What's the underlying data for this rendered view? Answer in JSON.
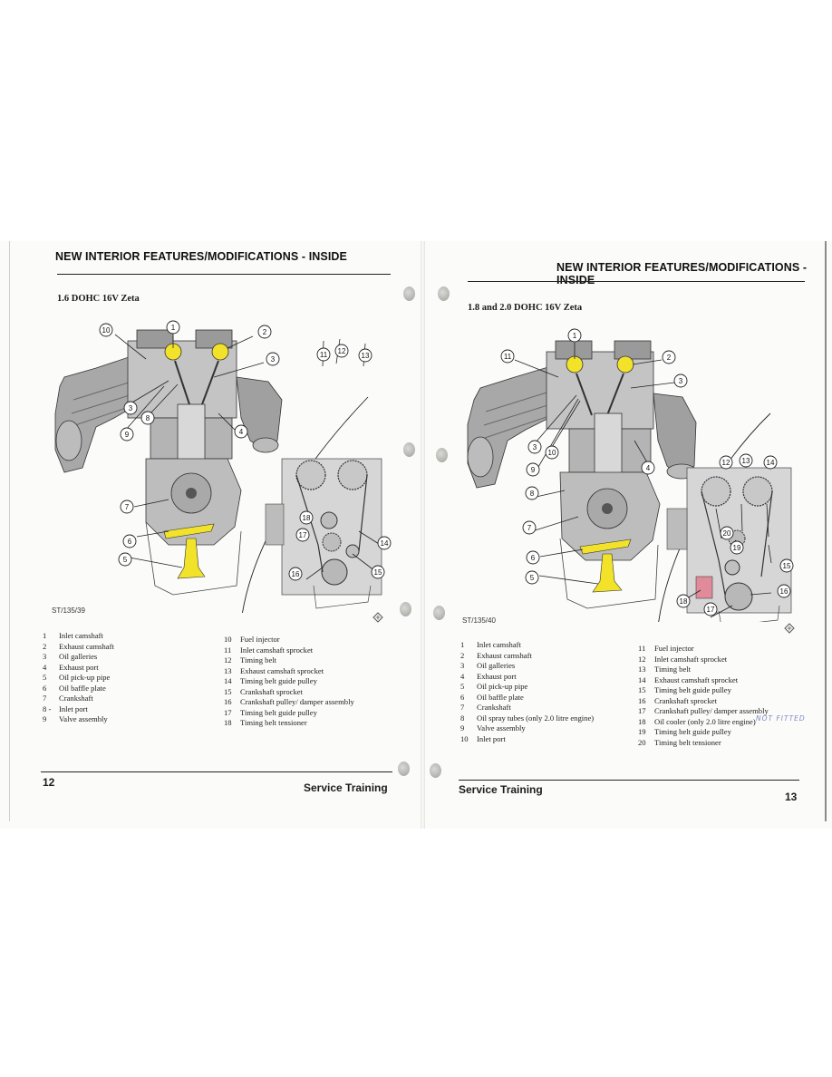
{
  "left_page": {
    "header": "NEW INTERIOR FEATURES/MODIFICATIONS - INSIDE",
    "subtitle": "1.6 DOHC 16V Zeta",
    "figure_ref": "ST/135/39",
    "callouts": [
      "1",
      "2",
      "3",
      "3",
      "4",
      "5",
      "6",
      "7",
      "8",
      "9",
      "10",
      "11",
      "12",
      "13",
      "14",
      "15",
      "16",
      "17",
      "18"
    ],
    "legend_left": [
      {
        "num": "1",
        "label": "Inlet camshaft"
      },
      {
        "num": "2",
        "label": "Exhaust camshaft"
      },
      {
        "num": "3",
        "label": "Oil galleries"
      },
      {
        "num": "4",
        "label": "Exhaust port"
      },
      {
        "num": "5",
        "label": "Oil pick-up pipe"
      },
      {
        "num": "6",
        "label": "Oil baffle plate"
      },
      {
        "num": "7",
        "label": "Crankshaft"
      },
      {
        "num": "8 -",
        "label": "Inlet port"
      },
      {
        "num": "9",
        "label": "Valve assembly"
      }
    ],
    "legend_right": [
      {
        "num": "10",
        "label": "Fuel injector"
      },
      {
        "num": "11",
        "label": "Inlet camshaft sprocket"
      },
      {
        "num": "12",
        "label": "Timing belt"
      },
      {
        "num": "13",
        "label": "Exhaust camshaft sprocket"
      },
      {
        "num": "14",
        "label": "Timing belt guide pulley"
      },
      {
        "num": "15",
        "label": "Crankshaft sprocket"
      },
      {
        "num": "16",
        "label": "Crankshaft pulley/ damper assembly"
      },
      {
        "num": "17",
        "label": "Timing belt guide pulley"
      },
      {
        "num": "18",
        "label": "Timing belt tensioner"
      }
    ],
    "page_number": "12",
    "footer_title": "Service Training"
  },
  "right_page": {
    "header": "NEW INTERIOR FEATURES/MODIFICATIONS - INSIDE",
    "subtitle": "1.8 and 2.0 DOHC 16V Zeta",
    "figure_ref": "ST/135/40",
    "callouts": [
      "1",
      "2",
      "3",
      "3",
      "4",
      "5",
      "6",
      "7",
      "8",
      "9",
      "10",
      "11",
      "12",
      "13",
      "14",
      "15",
      "16",
      "17",
      "18",
      "19",
      "20"
    ],
    "legend_left": [
      {
        "num": "1",
        "label": "Inlet camshaft"
      },
      {
        "num": "2",
        "label": "Exhaust camshaft"
      },
      {
        "num": "3",
        "label": "Oil galleries"
      },
      {
        "num": "4",
        "label": "Exhaust port"
      },
      {
        "num": "5",
        "label": "Oil pick-up pipe"
      },
      {
        "num": "6",
        "label": "Oil baffle plate"
      },
      {
        "num": "7",
        "label": "Crankshaft"
      },
      {
        "num": "8",
        "label": "Oil spray tubes (only 2.0 litre engine)"
      },
      {
        "num": "9",
        "label": "Valve assembly"
      },
      {
        "num": "10",
        "label": "Inlet port"
      }
    ],
    "legend_right": [
      {
        "num": "11",
        "label": "Fuel injector"
      },
      {
        "num": "12",
        "label": "Inlet camshaft sprocket"
      },
      {
        "num": "13",
        "label": "Timing belt"
      },
      {
        "num": "14",
        "label": "Exhaust camshaft sprocket"
      },
      {
        "num": "15",
        "label": "Timing belt guide pulley"
      },
      {
        "num": "16",
        "label": "Crankshaft sprocket"
      },
      {
        "num": "17",
        "label": "Crankshaft pulley/ damper assembly"
      },
      {
        "num": "18",
        "label": "Oil cooler (only 2.0 litre engine)"
      },
      {
        "num": "19",
        "label": "Timing belt guide pulley"
      },
      {
        "num": "20",
        "label": "Timing belt tensioner"
      }
    ],
    "handwritten_note": "NOT FITTED",
    "page_number": "13",
    "footer_title": "Service Training"
  },
  "colors": {
    "highlight_yellow": "#f2e22a",
    "oil_cooler_pink": "#e08a9a",
    "engine_grey": "#9c9c9c",
    "ink": "#1c1c1c"
  },
  "icons": [
    "ford-logo-icon",
    "punch-hole-icon"
  ]
}
